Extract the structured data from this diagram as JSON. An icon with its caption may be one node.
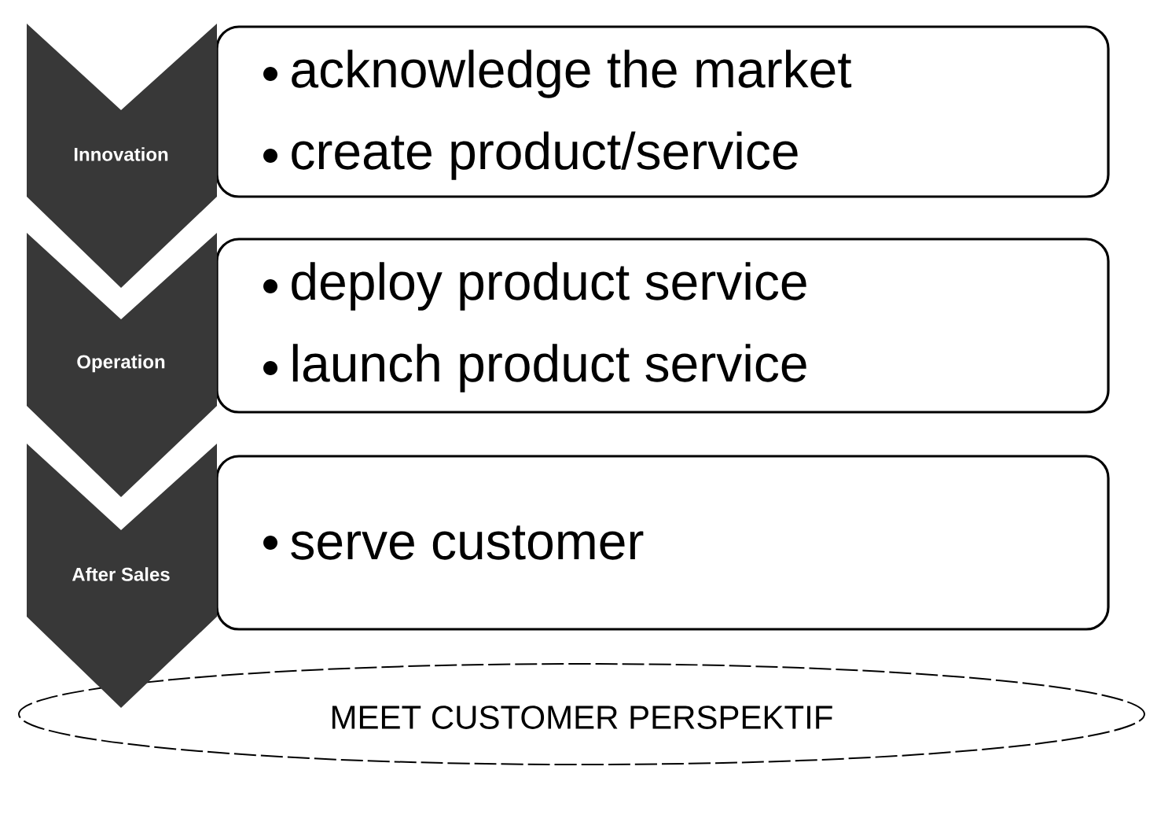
{
  "diagram": {
    "nodes": [
      {
        "text": [
          "Innovation"
        ]
      },
      {
        "text": [
          "acknowledge the market",
          "create product/service"
        ]
      },
      {
        "text": [
          "Operation"
        ]
      },
      {
        "text": [
          "deploy product service",
          "launch product service"
        ]
      },
      {
        "text": [
          "After Sales"
        ]
      },
      {
        "text": [
          "serve customer"
        ]
      },
      {
        "text": [
          "MEET CUSTOMER PERSPEKTIF"
        ]
      }
    ],
    "edges": []
  }
}
